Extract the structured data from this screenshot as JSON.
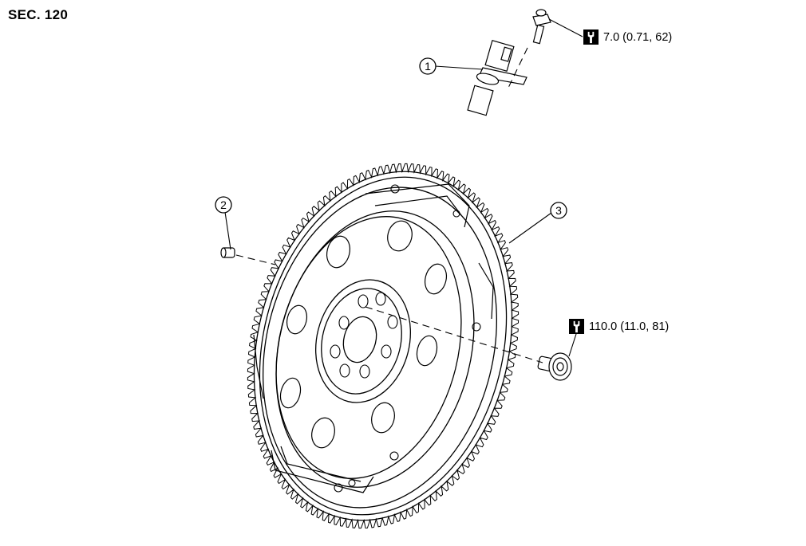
{
  "section": {
    "label": "SEC. 120"
  },
  "callouts": [
    {
      "id": "1"
    },
    {
      "id": "2"
    },
    {
      "id": "3"
    }
  ],
  "torque_specs": [
    {
      "value": "7.0 (0.71, 62)",
      "icon": "torque-wrench-icon"
    },
    {
      "value": "110.0 (11.0, 81)",
      "icon": "torque-wrench-icon"
    }
  ],
  "colors": {
    "line": "#000000",
    "background": "#ffffff",
    "icon_fill": "#000000"
  }
}
